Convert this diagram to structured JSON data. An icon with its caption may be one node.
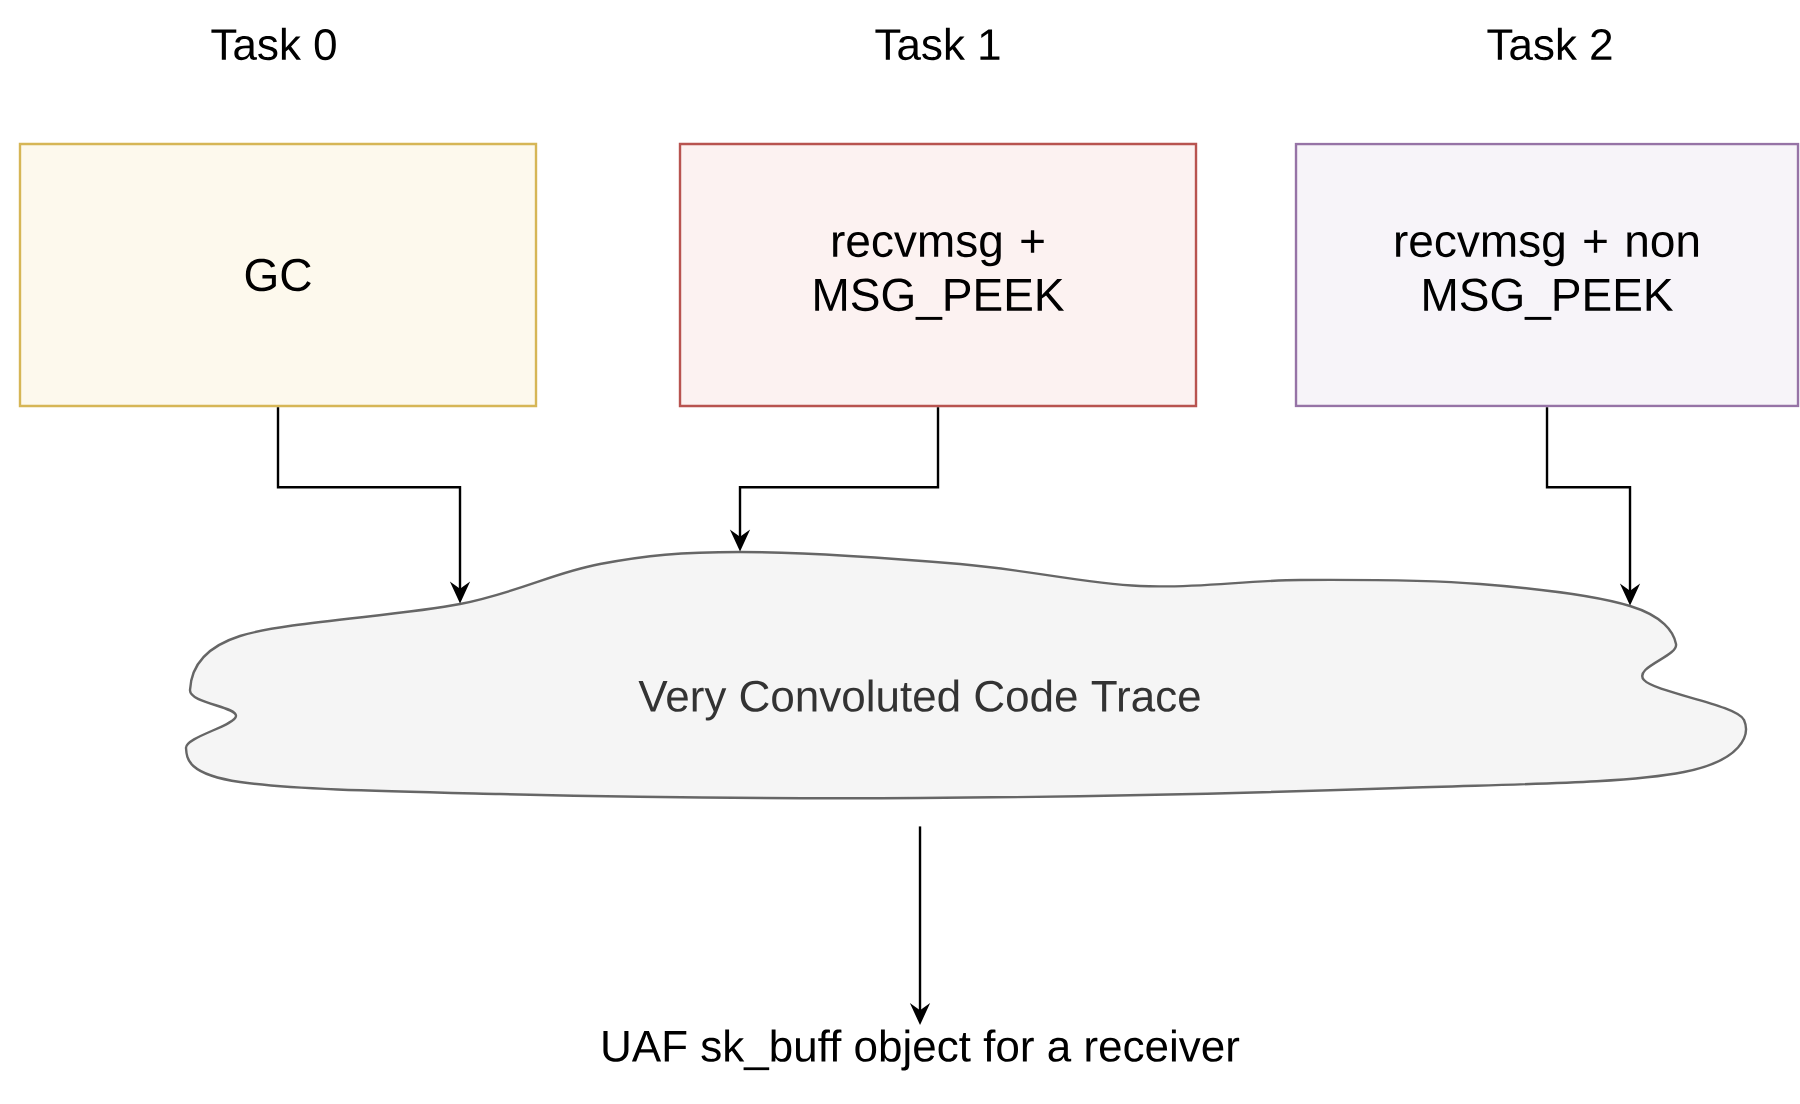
{
  "diagram": {
    "nodes": [
      {
        "text": [
          "Task 0",
          "GC"
        ]
      },
      {
        "text": [
          "Task 1",
          "recvmsg + MSG_PEEK"
        ]
      },
      {
        "text": [
          "Task 2",
          "recvmsg + non MSG_PEEK"
        ]
      },
      {
        "text": [
          "Very Convoluted Code Trace"
        ]
      },
      {
        "text": [
          "UAF sk_buff object for a receiver"
        ]
      }
    ],
    "edges": [
      {
        "from": 0,
        "to": 3,
        "arrow": "to"
      },
      {
        "from": 1,
        "to": 3,
        "arrow": "to"
      },
      {
        "from": 2,
        "to": 3,
        "arrow": "to"
      },
      {
        "from": 3,
        "to": 4,
        "arrow": "to"
      }
    ]
  }
}
